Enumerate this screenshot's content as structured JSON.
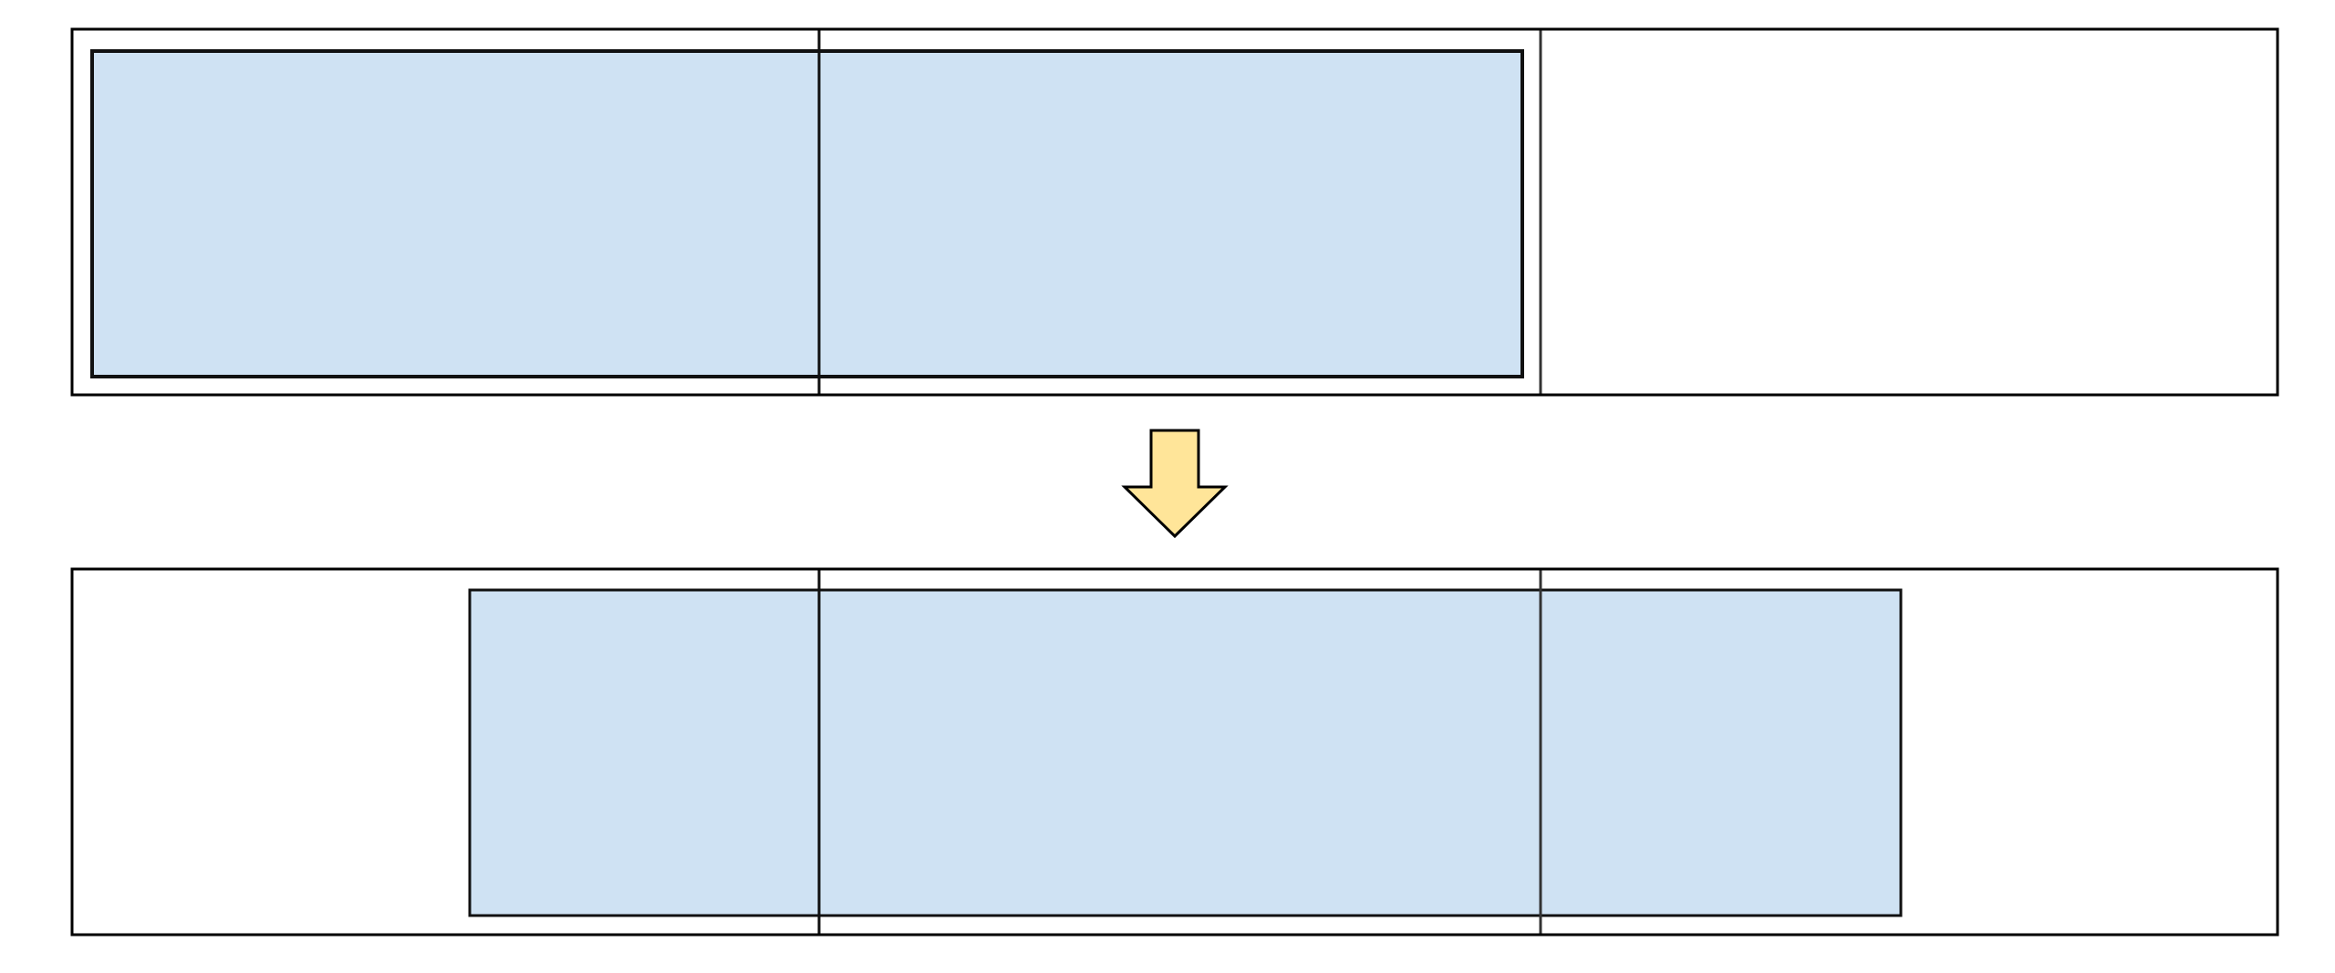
{
  "colors": {
    "block_fill": "#cfe2f3",
    "outline": "#000000",
    "grid_line": "#222222",
    "arrow_fill": "#ffe599",
    "background": "#ffffff"
  },
  "icons": {
    "transition_arrow": "down-arrow-icon"
  },
  "panels": [
    {
      "name": "before",
      "columns": 3,
      "highlight_span_columns": [
        0,
        1
      ]
    },
    {
      "name": "after",
      "columns": 3,
      "highlight_span_columns": [
        0.55,
        2.5
      ]
    }
  ]
}
